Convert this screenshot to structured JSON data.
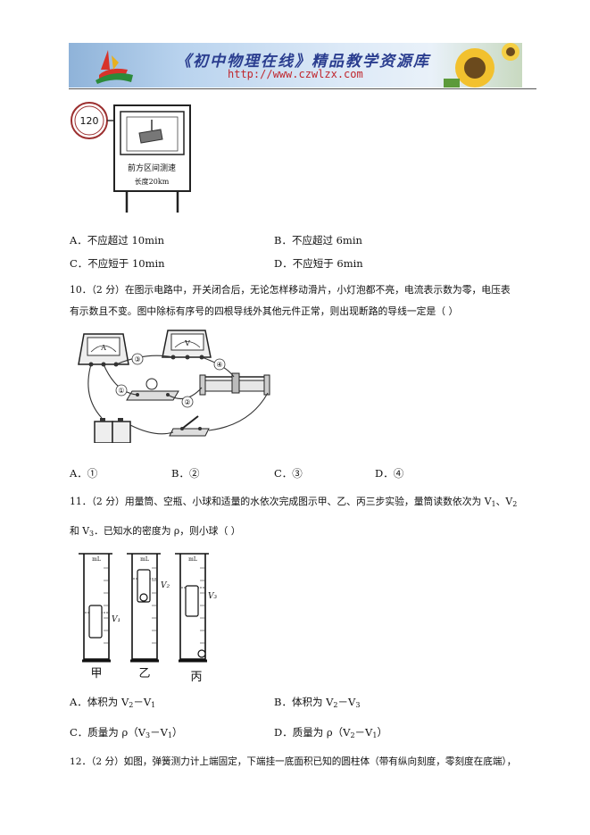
{
  "header": {
    "title": "《初中物理在线》精品教学资源库",
    "url": "http://www.czwlzx.com"
  },
  "sign_figure": {
    "speed_limit": "120",
    "line1": "前方区间测速",
    "line2": "长度20km"
  },
  "q9_options": [
    {
      "label": "A．不应超过 10min"
    },
    {
      "label": "B．不应超过 6min"
    },
    {
      "label": "C．不应短于 10min"
    },
    {
      "label": "D．不应短于 6min"
    }
  ],
  "q10": {
    "line1": "10．（2 分）在图示电路中，开关闭合后，无论怎样移动滑片，小灯泡都不亮，电流表示数为零，电压表",
    "line2": "有示数且不变。图中除标有序号的四根导线外其他元件正常，则出现断路的导线一定是（      ）",
    "figure": {
      "ammeter": "A",
      "voltmeter": "V",
      "wire1": "①",
      "wire2": "②",
      "wire3": "③",
      "wire4": "④"
    },
    "options": [
      "A．①",
      "B．②",
      "C．③",
      "D．④"
    ]
  },
  "q11": {
    "line1_a": "11．（2 分）用量筒、空瓶、小球和适量的水依次完成图示甲、乙、丙三步实验，量筒读数依次为 V",
    "line1_b": "1",
    "line1_c": "、V",
    "line1_d": "2",
    "line2_a": "和 V",
    "line2_b": "3",
    "line2_c": "．已知水的密度为 ρ，则小球（      ）",
    "figure": {
      "unit": "mL",
      "cyl1_label": "V₁",
      "cyl2_label": "V₂",
      "cyl3_label": "V₃",
      "name1": "甲",
      "name2": "乙",
      "name3": "丙"
    },
    "optA": {
      "a": "A．体积为 V",
      "b": "2",
      "c": "－V",
      "d": "1"
    },
    "optB": {
      "a": "B．体积为 V",
      "b": "2",
      "c": "－V",
      "d": "3"
    },
    "optC": {
      "a": "C．质量为 ρ（V",
      "b": "3",
      "c": "－V",
      "d": "1",
      "e": "）"
    },
    "optD": {
      "a": "D．质量为 ρ（V",
      "b": "2",
      "c": "－V",
      "d": "1",
      "e": "）"
    }
  },
  "q12": {
    "line1": "12．（2 分）如图，弹簧测力计上端固定，下端挂一底面积已知的圆柱体（带有纵向刻度，零刻度在底端），"
  }
}
